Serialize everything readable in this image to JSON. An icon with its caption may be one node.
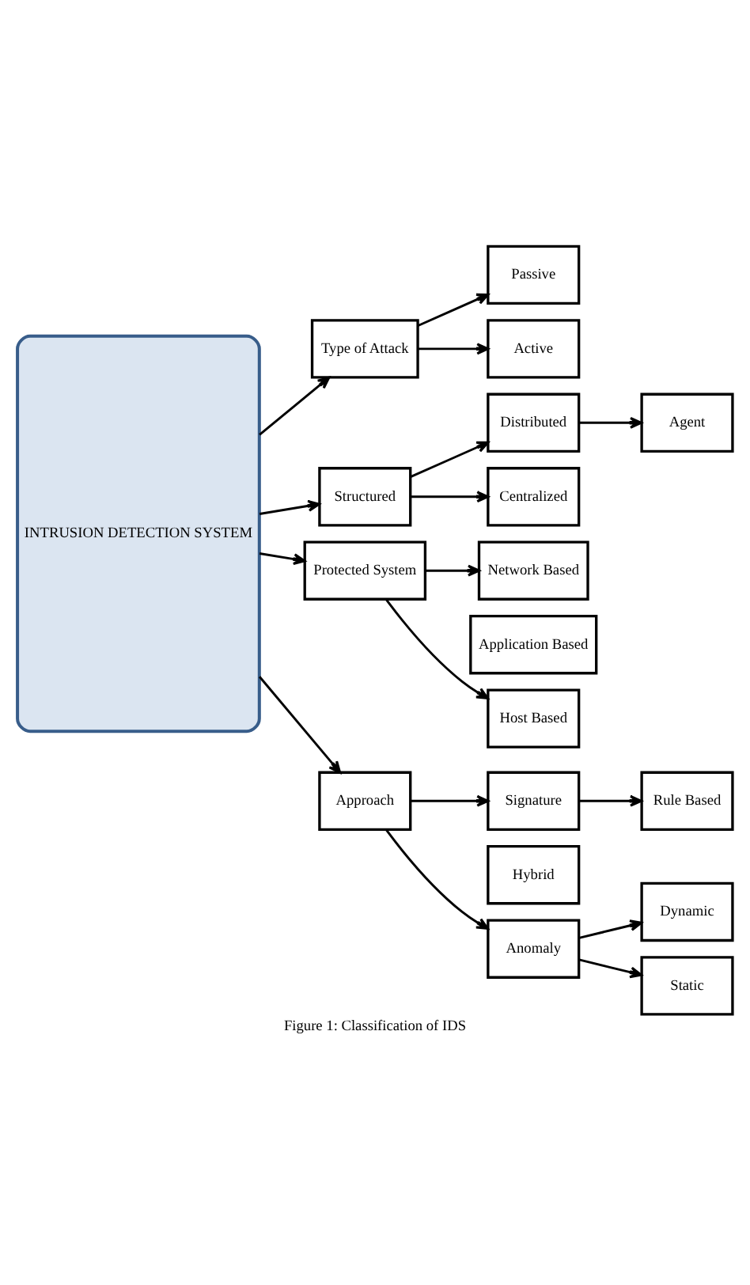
{
  "diagram": {
    "caption": "Figure 1: Classification of IDS",
    "nodes": [
      {
        "text": [
          "INTRUSION DETECTION SYSTEM"
        ]
      },
      {
        "text": [
          "Type of Attack"
        ]
      },
      {
        "text": [
          "Structured"
        ]
      },
      {
        "text": [
          "Protected System"
        ]
      },
      {
        "text": [
          "Approach"
        ]
      },
      {
        "text": [
          "Passive"
        ]
      },
      {
        "text": [
          "Active"
        ]
      },
      {
        "text": [
          "Distributed"
        ]
      },
      {
        "text": [
          "Centralized"
        ]
      },
      {
        "text": [
          "Agent"
        ]
      },
      {
        "text": [
          "Network Based"
        ]
      },
      {
        "text": [
          "Host Based"
        ]
      },
      {
        "text": [
          "Application Based"
        ]
      },
      {
        "text": [
          "Signature"
        ]
      },
      {
        "text": [
          "Anomaly"
        ]
      },
      {
        "text": [
          "Hybrid"
        ]
      },
      {
        "text": [
          "Rule Based"
        ]
      },
      {
        "text": [
          "Dynamic"
        ]
      },
      {
        "text": [
          "Static"
        ]
      }
    ],
    "edges": [
      {
        "from": 0,
        "to": 1,
        "arrow": "to"
      },
      {
        "from": 0,
        "to": 2,
        "arrow": "to"
      },
      {
        "from": 0,
        "to": 3,
        "arrow": "to"
      },
      {
        "from": 0,
        "to": 4,
        "arrow": "to"
      },
      {
        "from": 1,
        "to": 5,
        "arrow": "to"
      },
      {
        "from": 1,
        "to": 6,
        "arrow": "to"
      },
      {
        "from": 2,
        "to": 7,
        "arrow": "to"
      },
      {
        "from": 2,
        "to": 8,
        "arrow": "to"
      },
      {
        "from": 7,
        "to": 9,
        "arrow": "to"
      },
      {
        "from": 3,
        "to": 10,
        "arrow": "to"
      },
      {
        "from": 3,
        "to": 11,
        "arrow": "to"
      },
      {
        "from": 4,
        "to": 13,
        "arrow": "to"
      },
      {
        "from": 4,
        "to": 14,
        "arrow": "to"
      },
      {
        "from": 13,
        "to": 16,
        "arrow": "to"
      },
      {
        "from": 14,
        "to": 17,
        "arrow": "to"
      },
      {
        "from": 14,
        "to": 18,
        "arrow": "to"
      }
    ]
  }
}
